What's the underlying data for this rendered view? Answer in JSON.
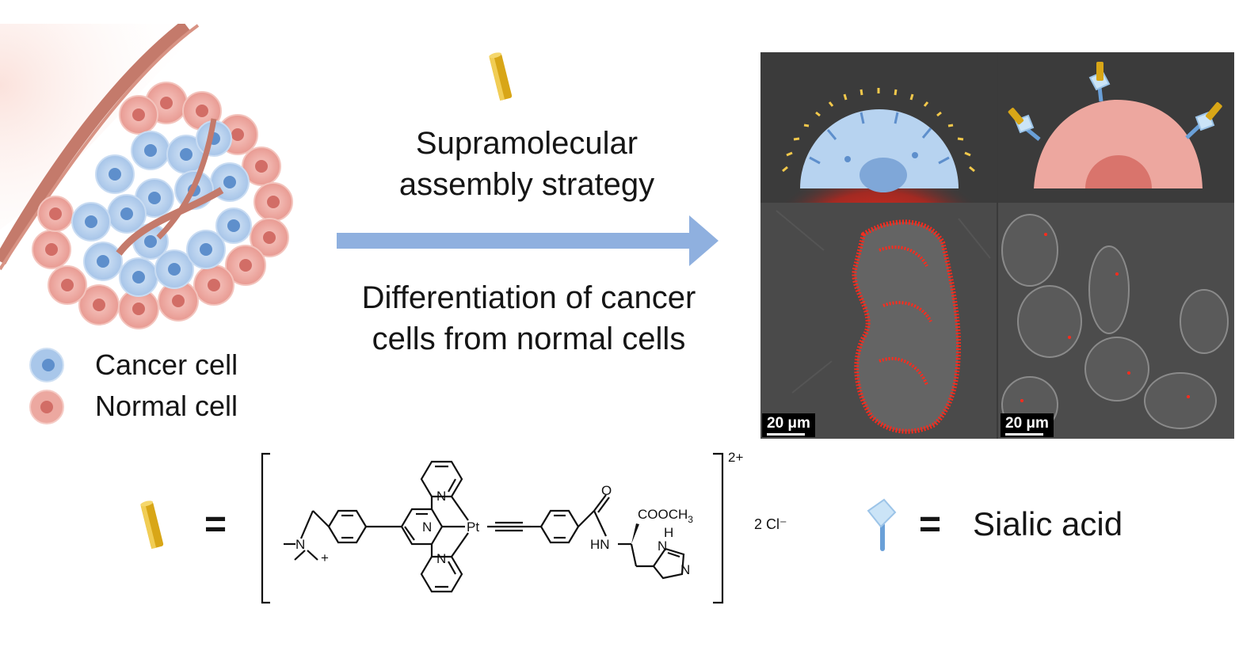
{
  "arrow_text": {
    "top_line1": "Supramolecular",
    "top_line2": "assembly strategy",
    "bottom_line1": "Differentiation of cancer",
    "bottom_line2": "cells from normal cells"
  },
  "legend": {
    "cancer_label": "Cancer cell",
    "normal_label": "Normal cell"
  },
  "microscopy": {
    "scale_left": "20 μm",
    "scale_right": "20 μm"
  },
  "equation": {
    "equals_left": "=",
    "equals_right": "=",
    "sialic_label": "Sialic acid",
    "charge": "2+",
    "counterion": "2 Cl⁻"
  },
  "structure": {
    "n_top": "N",
    "n_mid": "N",
    "n_bottom": "N",
    "pt": "Pt",
    "amine": "N",
    "plus": "+",
    "cooch3": "COOCH",
    "sub3": "3",
    "o": "O",
    "hn": "HN",
    "h": "H",
    "imid_n1": "N",
    "imid_n2": "N"
  },
  "colors": {
    "cancer": "#a9c7ea",
    "normal": "#eca8a0",
    "arrow": "#8fb0df",
    "probe": "#d8a617",
    "fluorescence": "#e02020",
    "panel_bg": "#3a3a3a"
  }
}
